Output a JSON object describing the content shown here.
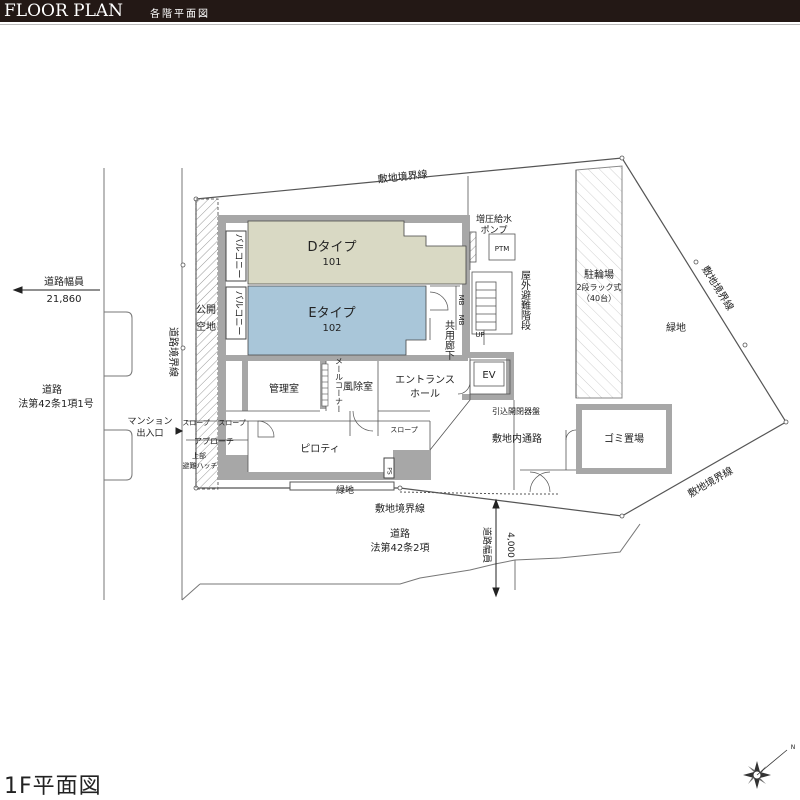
{
  "header": {
    "title": "FLOOR PLAN",
    "subtitle": "各階平面図"
  },
  "caption": "1F平面図",
  "labels": {
    "site_boundary_top": "敷地境界線",
    "site_boundary_right": "敷地境界線",
    "site_boundary_lower_right": "敷地境界線",
    "site_boundary_bottom": "敷地境界線",
    "road_boundary_left": "道路境界線",
    "road_width_label": "道路幅員",
    "road_width_value": "21,860",
    "road_left_1": "道路",
    "road_left_2": "法第42条1項1号",
    "road_bottom_1": "道路",
    "road_bottom_2": "法第42条2項",
    "road_width_bottom_label": "道路幅員",
    "road_width_bottom_value": "4,000",
    "public_space_1": "公開",
    "public_space_2": "空地",
    "mansion_entrance_1": "マンション",
    "mansion_entrance_2": "出入口",
    "balcony_1": "バルコニー",
    "balcony_2": "バルコニー",
    "unit_d_type": "Dタイプ",
    "unit_d_no": "101",
    "unit_e_type": "Eタイプ",
    "unit_e_no": "102",
    "booster_pump_1": "増圧給水",
    "booster_pump_2": "ポンプ",
    "ptm": "PTM",
    "outdoor_stairs": "屋外避難階段",
    "mb_1": "MB",
    "mb_2": "MB",
    "up": "UP",
    "common_corridor": "共用廊下",
    "management_room": "管理室",
    "mail_corner": "メールコーナー",
    "windbreak_room": "風除室",
    "entrance_hall_1": "エントランス",
    "entrance_hall_2": "ホール",
    "ev": "EV",
    "distribution_board": "引込開閉器盤",
    "site_path": "敷地内通路",
    "slope_1": "スロープ",
    "slope_2": "スロープ",
    "slope_3": "スロープ",
    "approach": "アプローチ",
    "hatch_1": "上部",
    "hatch_2": "避難ハッチ",
    "piloti": "ピロティ",
    "ps": "PS",
    "green_bottom": "緑地",
    "green_right": "緑地",
    "parking_1": "駐輪場",
    "parking_2": "2段ラック式",
    "parking_3": "（40台）",
    "garbage": "ゴミ置場",
    "north_mark": "N"
  },
  "colors": {
    "header_bg": "#231815",
    "unit_d_fill": "#d9d9c4",
    "unit_e_fill": "#a9c6d9",
    "wall_fill": "#a7a7a7",
    "line": "#444444"
  }
}
